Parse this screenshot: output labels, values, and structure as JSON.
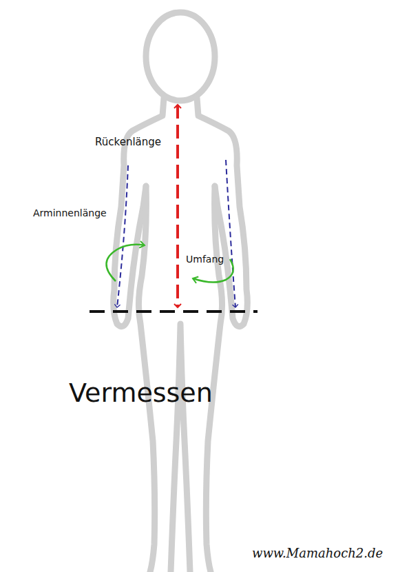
{
  "diagram": {
    "title": "Vermessen",
    "labels": [
      "Rückenlänge",
      "Arminnenlänge",
      "Umfang",
      "www.Mamahoch2.de"
    ]
  }
}
